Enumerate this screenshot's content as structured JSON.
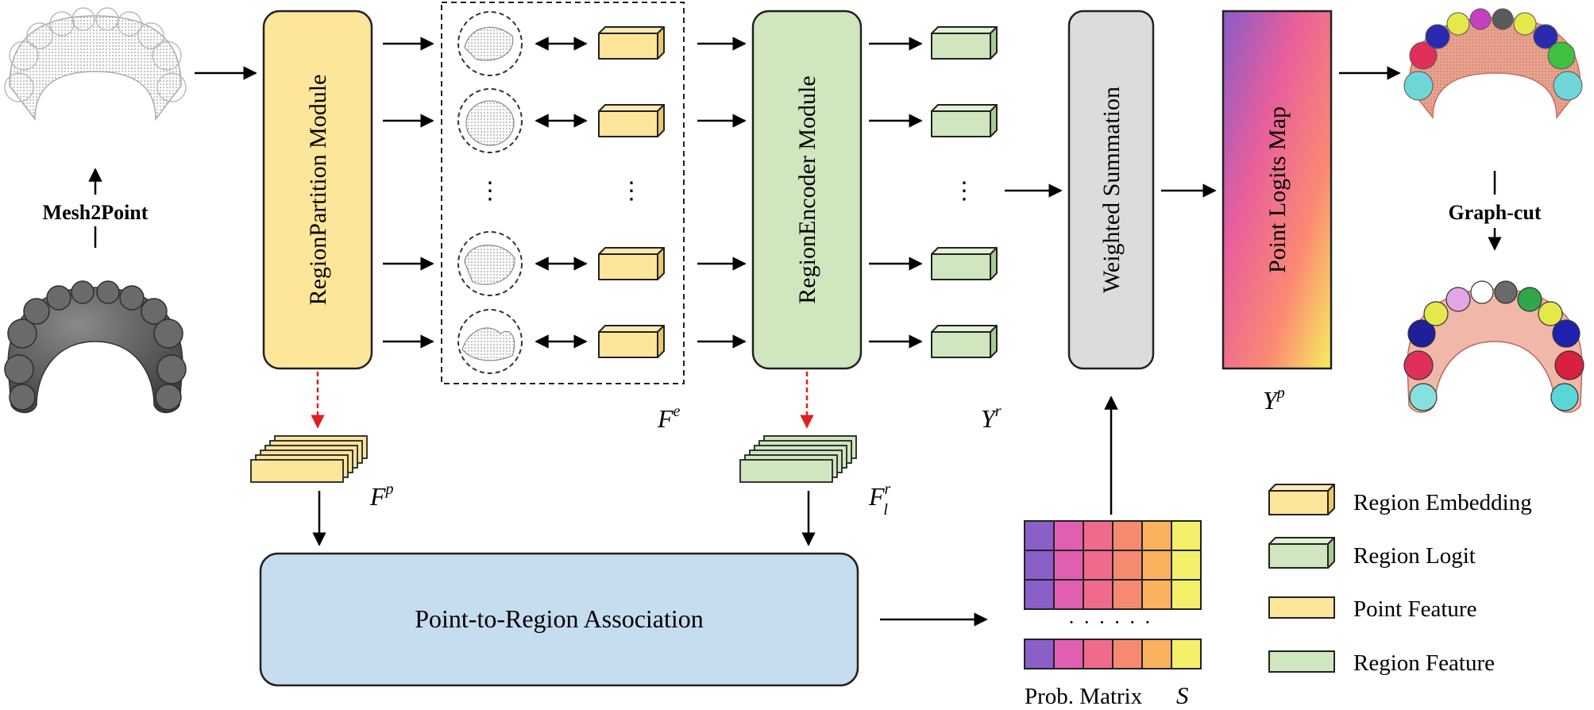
{
  "colors": {
    "yellow_fill": "#fde59a",
    "yellow_stroke": "#222222",
    "green_fill": "#cfe6bf",
    "blue_fill": "#c6dcef",
    "gray_fill": "#dcdcdc",
    "red_arrow": "#e02020",
    "matrix_cols": [
      "#8a5fc8",
      "#e05fb0",
      "#f06a8c",
      "#f58a70",
      "#fbb25c",
      "#f5f06a"
    ],
    "logits_gradient": [
      "#8a5cc9",
      "#e85e9c",
      "#fb8a73",
      "#f7ee5e"
    ]
  },
  "labels": {
    "mesh2point": "Mesh2Point",
    "graph_cut": "Graph-cut",
    "region_partition": "RegionPartition Module",
    "region_encoder": "RegionEncoder Module",
    "weighted_sum": "Weighted Summation",
    "point_logits": "Point Logits Map",
    "association": "Point-to-Region  Association",
    "prob_matrix": "Prob. Matrix",
    "prob_matrix_sym": "S",
    "fe_base": "F",
    "fe_sup": "e",
    "yr_base": "Y",
    "yr_sup": "r",
    "yp_base": "Y",
    "yp_sup": "p",
    "fp_base": "F",
    "fp_sup": "p",
    "flr_base": "F",
    "flr_sup": "r",
    "flr_sub": "l",
    "vdots": "⋮",
    "matrix_dots": "· · · · · ·"
  },
  "legend": [
    {
      "label": "Region Embedding",
      "kind": "box3d",
      "color": "yellow"
    },
    {
      "label": "Region Logit",
      "kind": "box3d",
      "color": "green"
    },
    {
      "label": "Point Feature",
      "kind": "rect",
      "color": "yellow"
    },
    {
      "label": "Region Feature",
      "kind": "rect",
      "color": "green"
    }
  ],
  "icons": {
    "input_point_cloud": "dental-point-cloud-icon",
    "input_mesh": "dental-mesh-icon",
    "output_segmented_cloud": "segmented-point-cloud-icon",
    "output_segmented_mesh": "segmented-mesh-icon",
    "region_patches": "region-patch-icon"
  }
}
